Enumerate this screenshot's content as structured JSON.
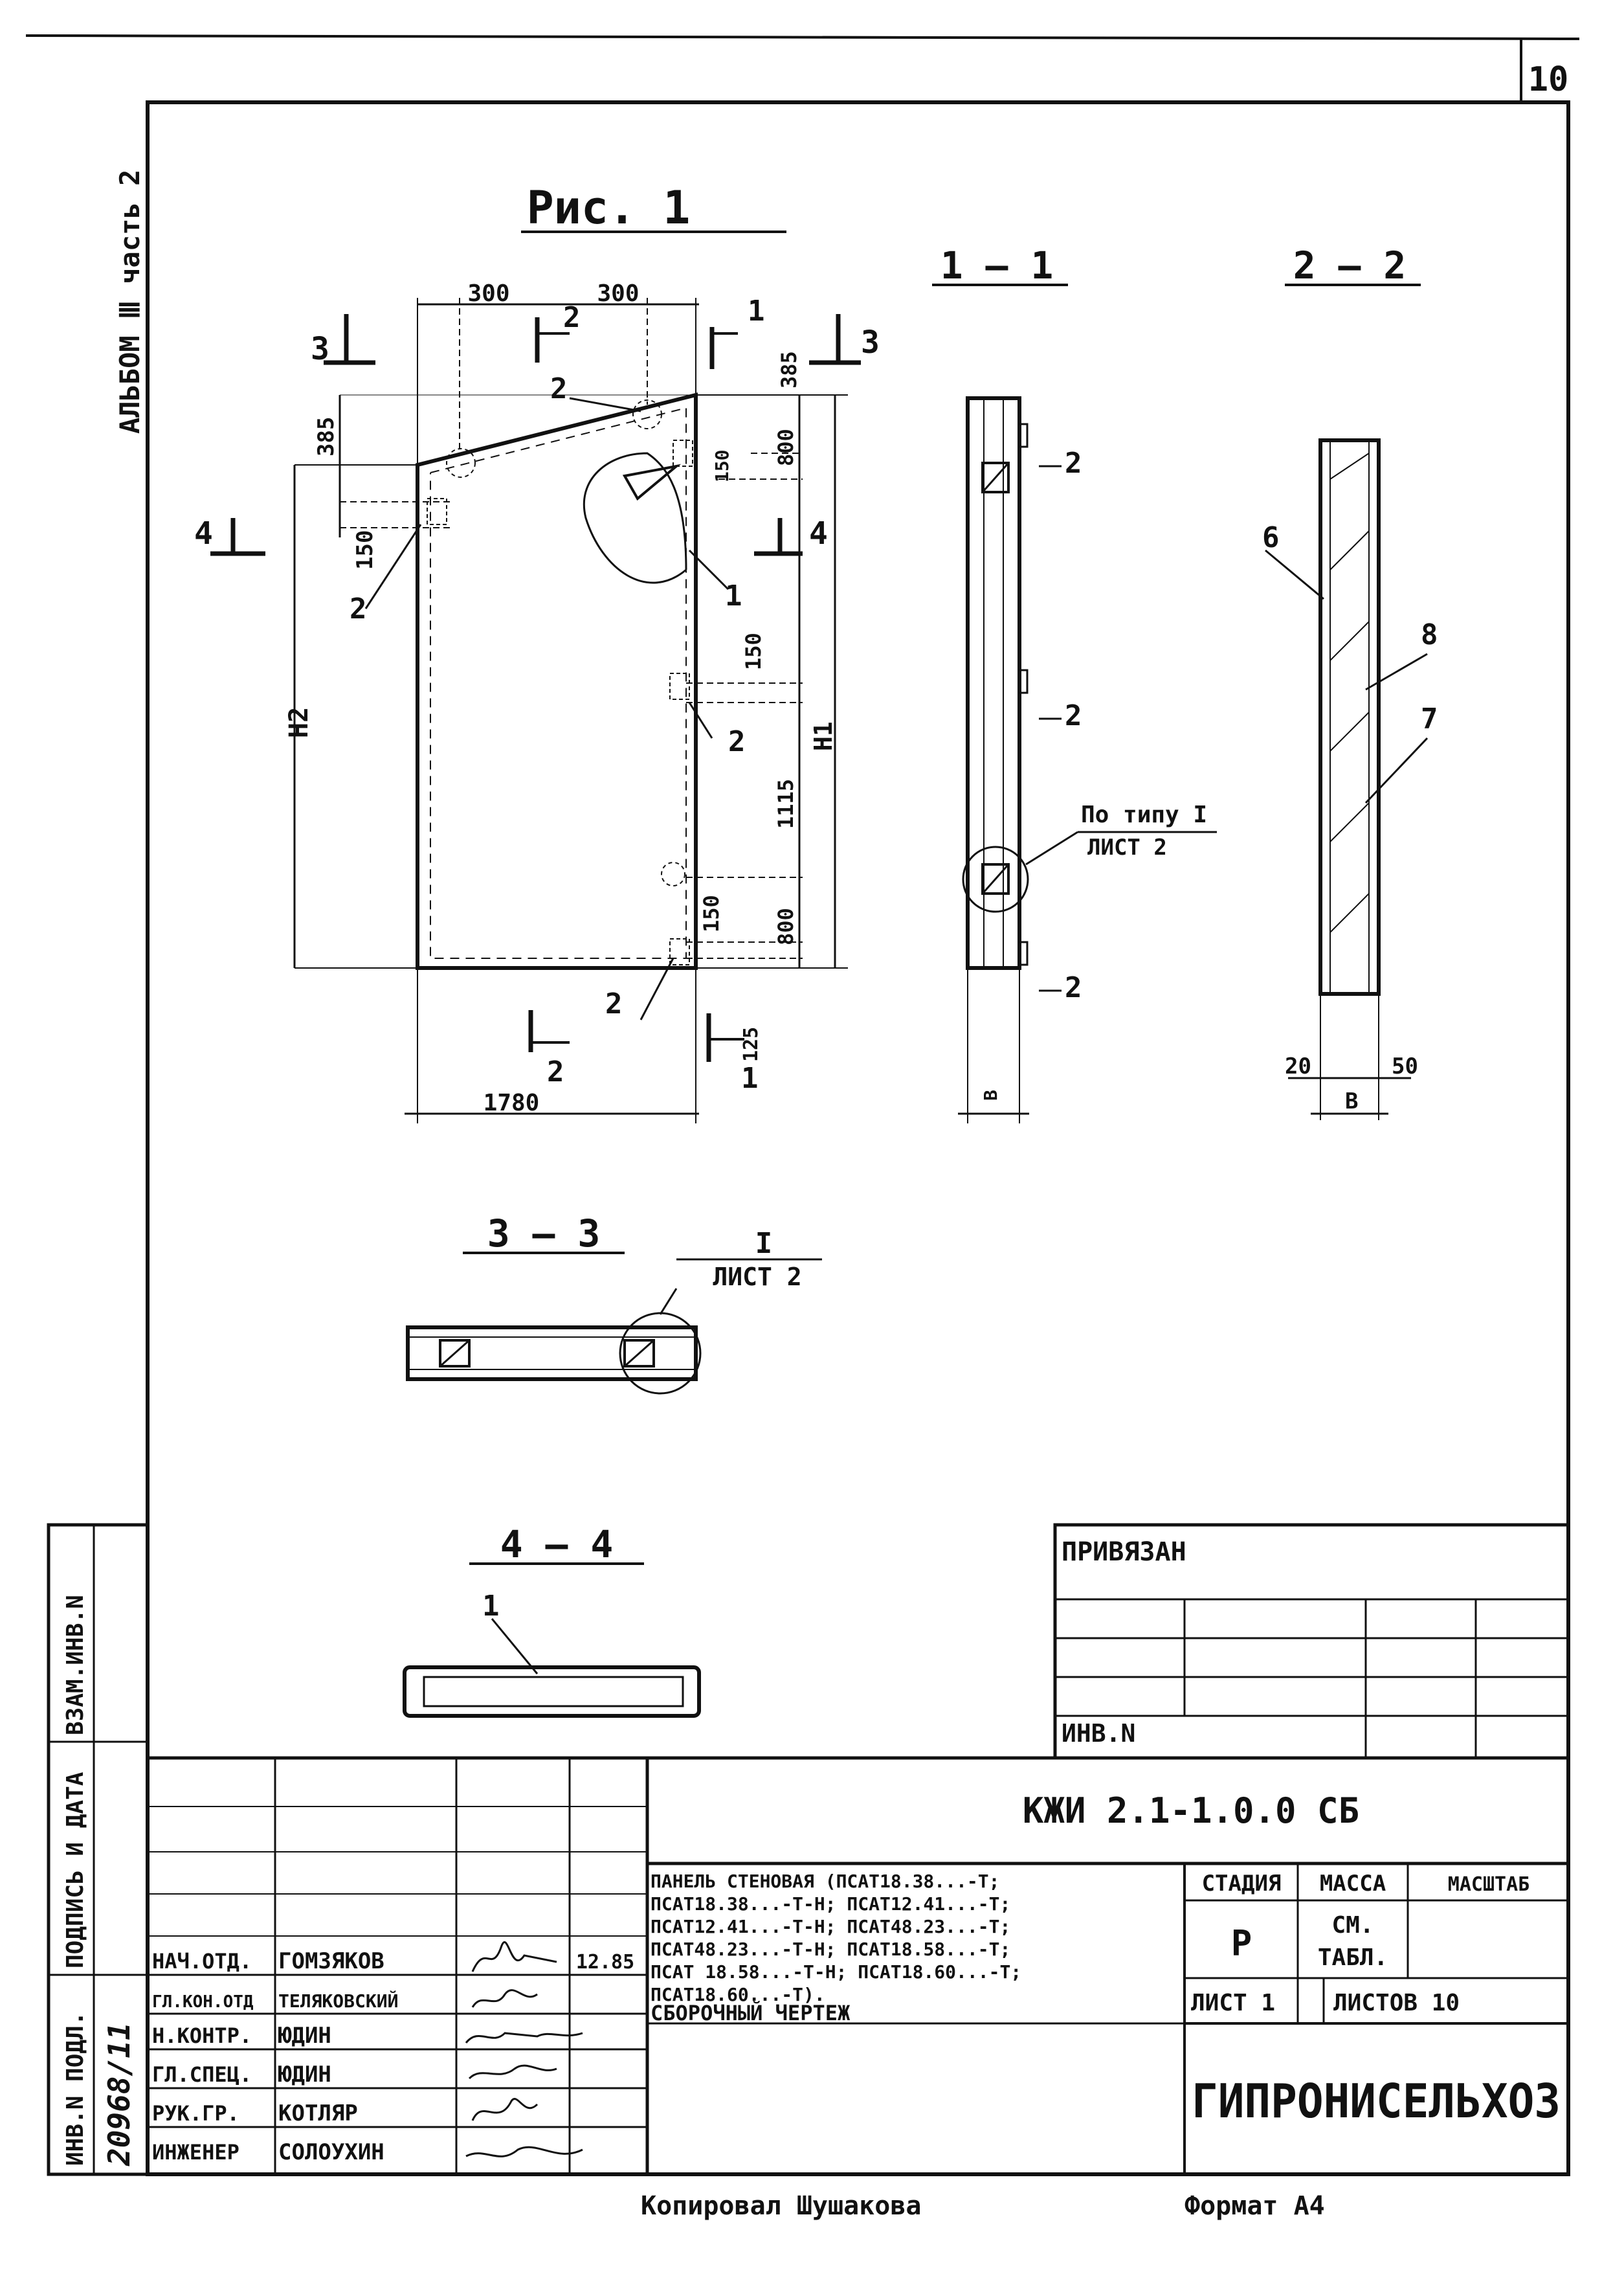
{
  "sheet_number": "10",
  "album_label": "АЛЬБОМ Ⅲ часть 2",
  "figure": {
    "title": "Рис. 1",
    "dims": {
      "w300a": "300",
      "w300b": "300",
      "d385a": "385",
      "d385b": "385",
      "d800a": "800",
      "d800b": "800",
      "d150a": "150",
      "d150b": "150",
      "d150c": "150",
      "d150d": "150",
      "d1115": "1115",
      "d125": "125",
      "d1780": "1780",
      "h1": "H1",
      "h2": "H2"
    },
    "cut_marks": {
      "c1": "1",
      "c1b": "1",
      "c2": "2",
      "c2b": "2",
      "c3a": "3",
      "c3b": "3",
      "c4a": "4",
      "c4b": "4"
    },
    "callouts": {
      "p1": "1",
      "p2a": "2",
      "p2b": "2",
      "p2c": "2",
      "p2d": "2"
    }
  },
  "section_1_1": {
    "title": "1 — 1",
    "callouts": {
      "a": "2",
      "b": "2",
      "c": "2"
    },
    "ref_top": "По типу I",
    "ref_bottom": "ЛИСТ 2",
    "dim_b": "В"
  },
  "section_2_2": {
    "title": "2 — 2",
    "callouts": {
      "p6": "6",
      "p8": "8",
      "p7": "7"
    },
    "dim_left": "20",
    "dim_right": "50",
    "dim_b": "В"
  },
  "section_3_3": {
    "title": "3 — 3",
    "ref_top": "I",
    "ref_bottom": "ЛИСТ 2"
  },
  "section_4_4": {
    "title": "4 — 4",
    "callout": "1"
  },
  "binding_block": {
    "title": "ПРИВЯЗАН",
    "inv_label": "ИНВ.N"
  },
  "side_stamp": {
    "vzam": "ВЗАМ.ИНВ.N",
    "podpis": "ПОДПИСЬ И ДАТА",
    "inv_podl": "ИНВ.N ПОДЛ.",
    "inv_number": "20968/11"
  },
  "title_block": {
    "doc_code": "КЖИ 2.1-1.0.0 СБ",
    "description_lines": [
      "ПАНЕЛЬ СТЕНОВАЯ (ПСАТ18.38...-Т;",
      "ПСАТ18.38...-Т-Н; ПСАТ12.41...-Т;",
      "ПСАТ12.41...-Т-Н; ПСАТ48.23...-Т;",
      "ПСАТ48.23...-Т-Н; ПСАТ18.58...-Т;",
      "ПСАТ 18.58...-Т-Н; ПСАТ18.60...-Т;",
      "ПСАТ18.60...-Т).",
      "СБОРОЧНЫЙ ЧЕРТЕЖ"
    ],
    "stage_label": "СТАДИЯ",
    "mass_label": "МАССА",
    "scale_label": "МАСШТАБ",
    "stage_value": "Р",
    "mass_value_1": "СМ.",
    "mass_value_2": "ТАБЛ.",
    "sheet_label": "ЛИСТ 1",
    "sheets_label": "ЛИСТОВ 10",
    "organization": "ГИПРОНИСЕЛЬХОЗ",
    "date": "12.85",
    "staff": [
      {
        "role": "НАЧ.ОТД.",
        "name": "ГОМЗЯКОВ"
      },
      {
        "role": "ГЛ.КОН.ОТД",
        "name": "ТЕЛЯКОВСКИЙ"
      },
      {
        "role": "Н.КОНТР.",
        "name": "ЮДИН"
      },
      {
        "role": "ГЛ.СПЕЦ.",
        "name": "ЮДИН"
      },
      {
        "role": "РУК.ГР.",
        "name": "КОТЛЯР"
      },
      {
        "role": "ИНЖЕНЕР",
        "name": "СОЛОУХИН"
      }
    ]
  },
  "footer": {
    "copied": "Копировал Шушакова",
    "format": "Формат А4"
  }
}
